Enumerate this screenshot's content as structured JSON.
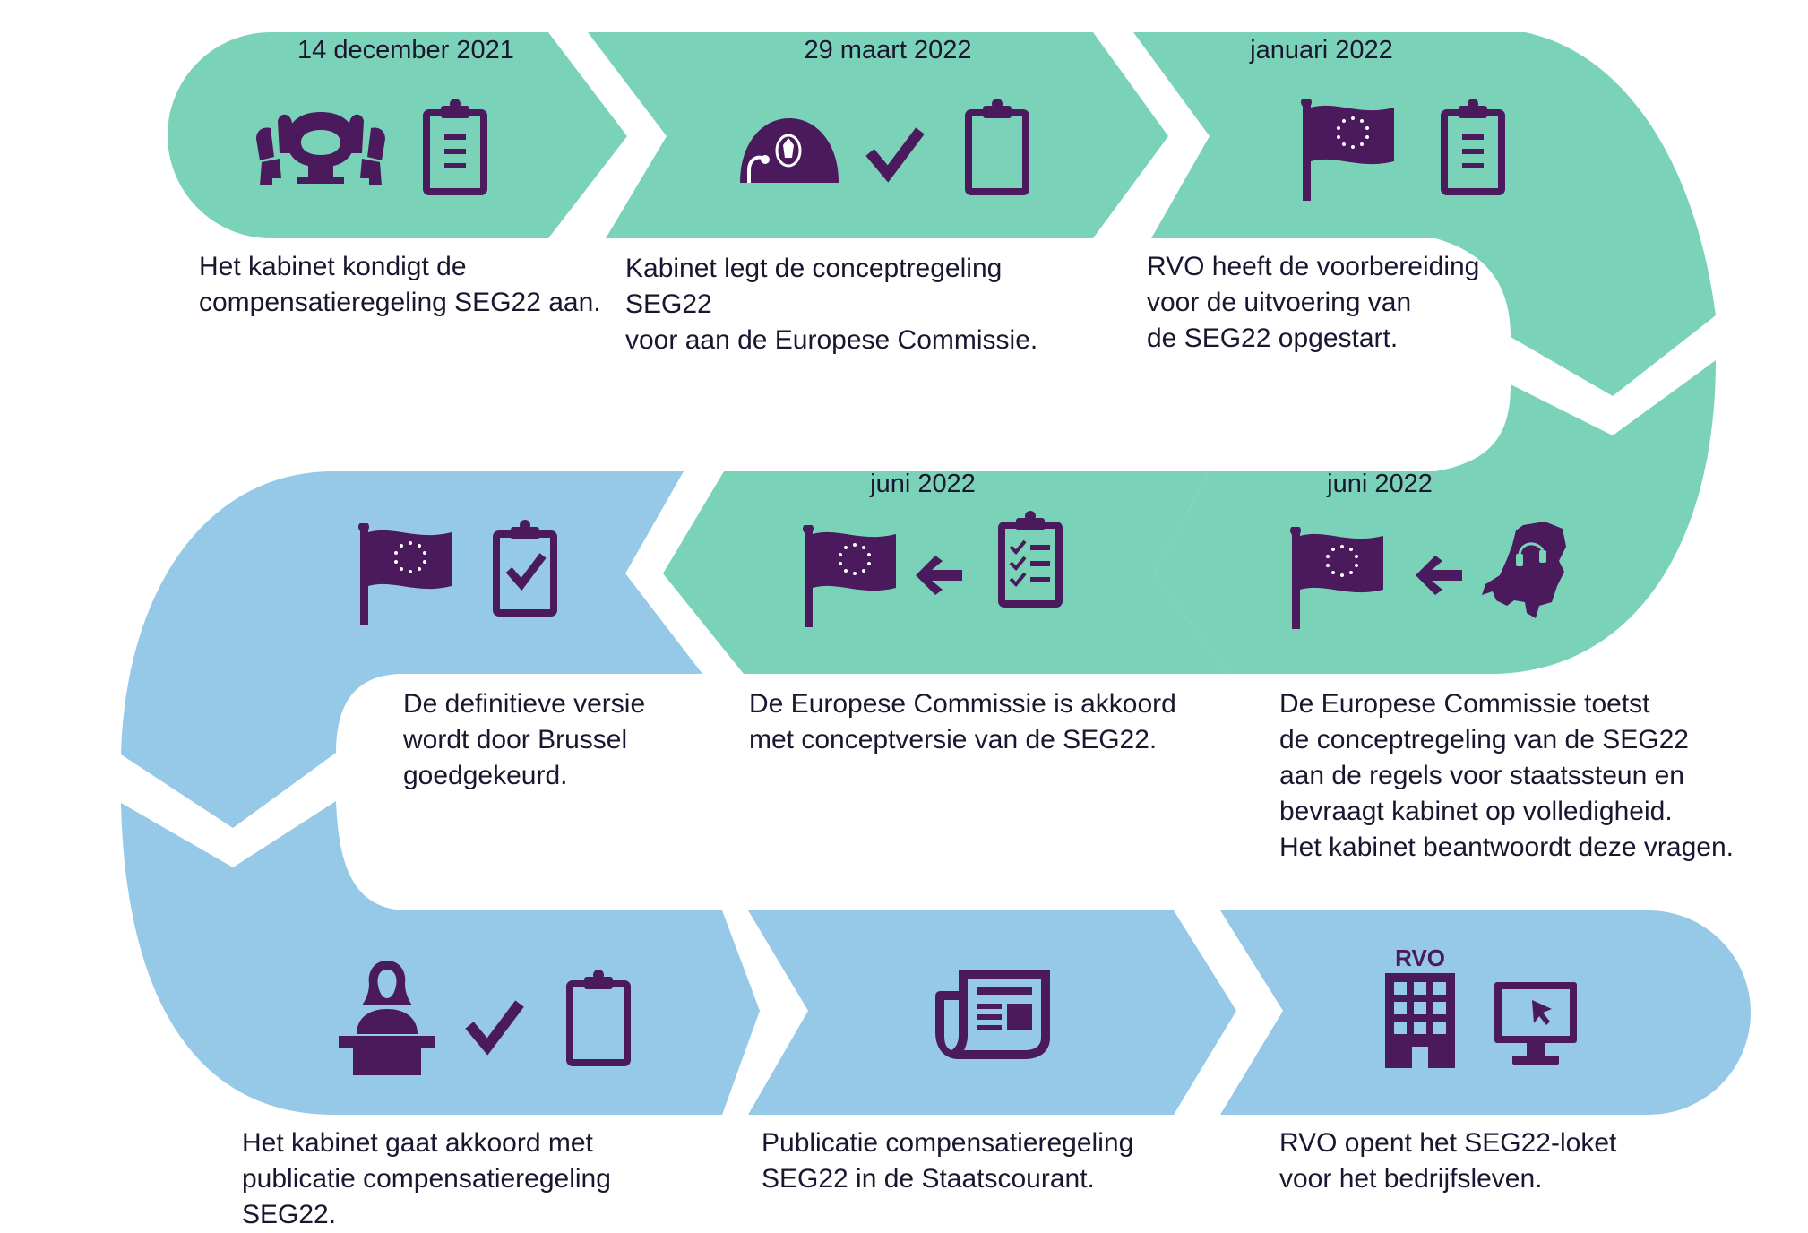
{
  "colors": {
    "green": "#7ad3b9",
    "blue": "#96c8e8",
    "icon": "#4a1a5c",
    "text": "#1c1530",
    "background": "#ffffff"
  },
  "steps": [
    {
      "date": "14 december 2021",
      "description": "Het kabinet kondigt de\ncompensatieregeling SEG22 aan.",
      "icons": [
        "house-of-representatives-icon",
        "clipboard-icon"
      ]
    },
    {
      "date": "29 maart 2022",
      "description": "Kabinet legt de conceptregeling SEG22\nvoor aan de Europese Commissie.",
      "icons": [
        "cabinet-dome-icon",
        "checkmark-icon",
        "clipboard-icon"
      ]
    },
    {
      "date": "januari 2022",
      "description": "RVO heeft de voorbereiding\nvoor de uitvoering van\nde SEG22 opgestart.",
      "icons": [
        "eu-flag-icon",
        "clipboard-icon"
      ]
    },
    {
      "date": "juni 2022",
      "description": "De Europese Commissie toetst\nde conceptregeling van de SEG22\naan de regels voor staatssteun en\nbevraagt kabinet op volledigheid.\nHet kabinet beantwoordt deze vragen.",
      "icons": [
        "eu-flag-icon",
        "arrow-left-icon",
        "netherlands-map-icon"
      ]
    },
    {
      "date": "juni 2022",
      "description": "De Europese Commissie is akkoord\nmet conceptversie van de SEG22.",
      "icons": [
        "eu-flag-icon",
        "arrow-left-icon",
        "checklist-icon"
      ]
    },
    {
      "date": "",
      "description": "De definitieve versie\nwordt door Brussel\ngoedgekeurd.",
      "icons": [
        "eu-flag-icon",
        "clipboard-check-icon"
      ]
    },
    {
      "date": "",
      "description": "Het kabinet gaat akkoord met\npublicatie compensatieregeling SEG22.",
      "icons": [
        "speaker-podium-icon",
        "checkmark-icon",
        "clipboard-icon"
      ]
    },
    {
      "date": "",
      "description": "Publicatie compensatieregeling\nSEG22 in de Staatscourant.",
      "icons": [
        "newspaper-icon"
      ]
    },
    {
      "date": "",
      "description": "RVO opent het SEG22-loket\nvoor het bedrijfsleven.",
      "icons": [
        "rvo-building-icon",
        "computer-monitor-icon"
      ]
    }
  ],
  "rvo_sign": "RVO"
}
